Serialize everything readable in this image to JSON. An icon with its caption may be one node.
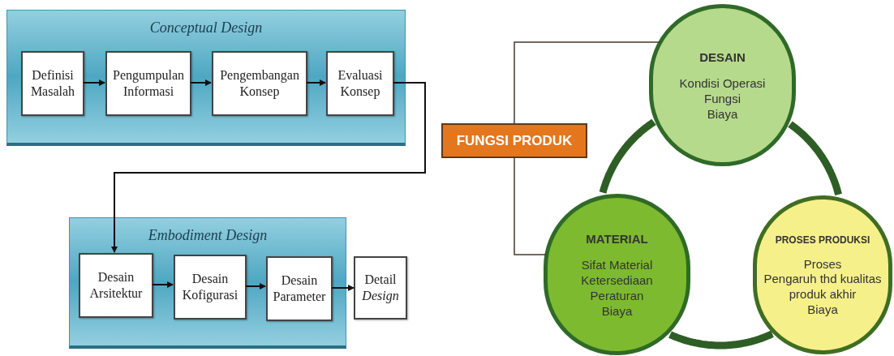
{
  "diagram": {
    "nodes": [
      {
        "text": [
          "Conceptual Design"
        ]
      },
      {
        "text": [
          "Definisi Masalah"
        ],
        "in": 0
      },
      {
        "text": [
          "Pengumpulan Informasi"
        ],
        "in": 0
      },
      {
        "text": [
          "Pengembangan Konsep"
        ],
        "in": 0
      },
      {
        "text": [
          "Evaluasi Konsep"
        ],
        "in": 0
      },
      {
        "text": [
          "Embodiment Design"
        ]
      },
      {
        "text": [
          "Desain Arsitektur"
        ],
        "in": 5
      },
      {
        "text": [
          "Desain Kofigurasi"
        ],
        "in": 5
      },
      {
        "text": [
          "Desain Parameter"
        ],
        "in": 5
      },
      {
        "text": [
          "Detail *Design*"
        ]
      },
      {
        "text": [
          "FUNGSI PRODUK"
        ]
      },
      {
        "text": [
          "DESAIN",
          "Kondisi Operasi",
          "Fungsi",
          "Biaya"
        ]
      },
      {
        "text": [
          "MATERIAL",
          "Sifat Material",
          "Ketersediaan",
          "Peraturan",
          "Biaya"
        ]
      },
      {
        "text": [
          "PROSES PRODUKSI",
          "Proses",
          "Pengaruh thd kualitas produk akhir",
          "Biaya"
        ]
      }
    ],
    "edges": [
      {
        "from": 1,
        "to": 2,
        "arrow": "to"
      },
      {
        "from": 2,
        "to": 3,
        "arrow": "to"
      },
      {
        "from": 3,
        "to": 4,
        "arrow": "to"
      },
      {
        "from": 4,
        "to": 6,
        "arrow": "to"
      },
      {
        "from": 6,
        "to": 7,
        "arrow": "to"
      },
      {
        "from": 7,
        "to": 8,
        "arrow": "to"
      },
      {
        "from": 8,
        "to": 9,
        "arrow": "to"
      },
      {
        "from": 10,
        "to": 11,
        "arrow": "none"
      },
      {
        "from": 10,
        "to": 12,
        "arrow": "none"
      },
      {
        "from": 11,
        "to": 13,
        "arrow": "none",
        "style": "thick",
        "color": "#2e5e25"
      },
      {
        "from": 13,
        "to": 12,
        "arrow": "none",
        "style": "thick",
        "color": "#2e5e25"
      },
      {
        "from": 12,
        "to": 11,
        "arrow": "none",
        "style": "thick",
        "color": "#2e5e25"
      }
    ]
  }
}
